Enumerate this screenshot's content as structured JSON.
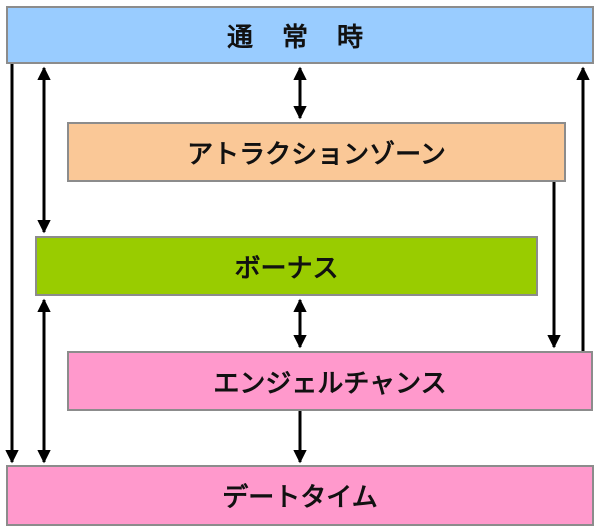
{
  "boxes": {
    "normal": {
      "label": "通 常 時"
    },
    "attraction": {
      "label": "アトラクションゾーン"
    },
    "bonus": {
      "label": "ボーナス"
    },
    "angel_chance": {
      "label": "エンジェルチャンス"
    },
    "date_time": {
      "label": "デートタイム"
    }
  },
  "colors": {
    "normal": "#99ccff",
    "attraction": "#fac897",
    "bonus": "#99cc00",
    "angel_chance": "#ff99cc",
    "date_time": "#ff99cc",
    "arrow": "#000000",
    "border": "#8c8c8c"
  }
}
